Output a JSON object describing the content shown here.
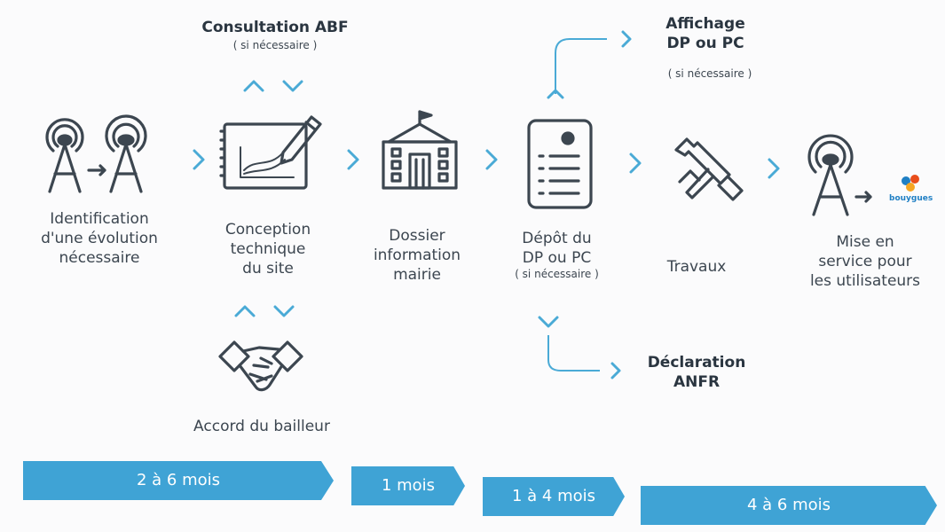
{
  "steps": [
    {
      "label_lines": [
        "Identification",
        "d'une évolution",
        "nécessaire"
      ],
      "icon": "antenna-transfer-icon"
    },
    {
      "label_lines": [
        "Conception",
        "technique",
        "du site"
      ],
      "icon": "technical-drawing-icon"
    },
    {
      "label_lines": [
        "Dossier",
        "information",
        "mairie"
      ],
      "icon": "town-hall-icon"
    },
    {
      "label_lines": [
        "Dépôt du",
        "DP ou PC"
      ],
      "note": "( si nécessaire )",
      "icon": "document-checklist-icon"
    },
    {
      "label_lines": [
        "Travaux"
      ],
      "icon": "tools-hand-icon"
    },
    {
      "label_lines": [
        "Mise en",
        "service pour",
        "les utilisateurs"
      ],
      "icon": "antenna-service-icon"
    }
  ],
  "consultation": {
    "title": "Consultation ABF",
    "note": "( si nécessaire )"
  },
  "accord": {
    "label": "Accord du bailleur",
    "icon": "handshake-icon"
  },
  "affichage": {
    "title_lines": [
      "Affichage",
      "DP ou PC"
    ],
    "note": "( si nécessaire )"
  },
  "declaration": {
    "title_lines": [
      "Déclaration",
      "ANFR"
    ]
  },
  "brand_text": "bouygues",
  "durations": [
    "2 à 6 mois",
    "1 mois",
    "1 à 4 mois",
    "4 à 6 mois"
  ],
  "colors": {
    "accent": "#3fa3d5",
    "icon_stroke": "#3c4650",
    "chevron": "#4aaad6"
  }
}
